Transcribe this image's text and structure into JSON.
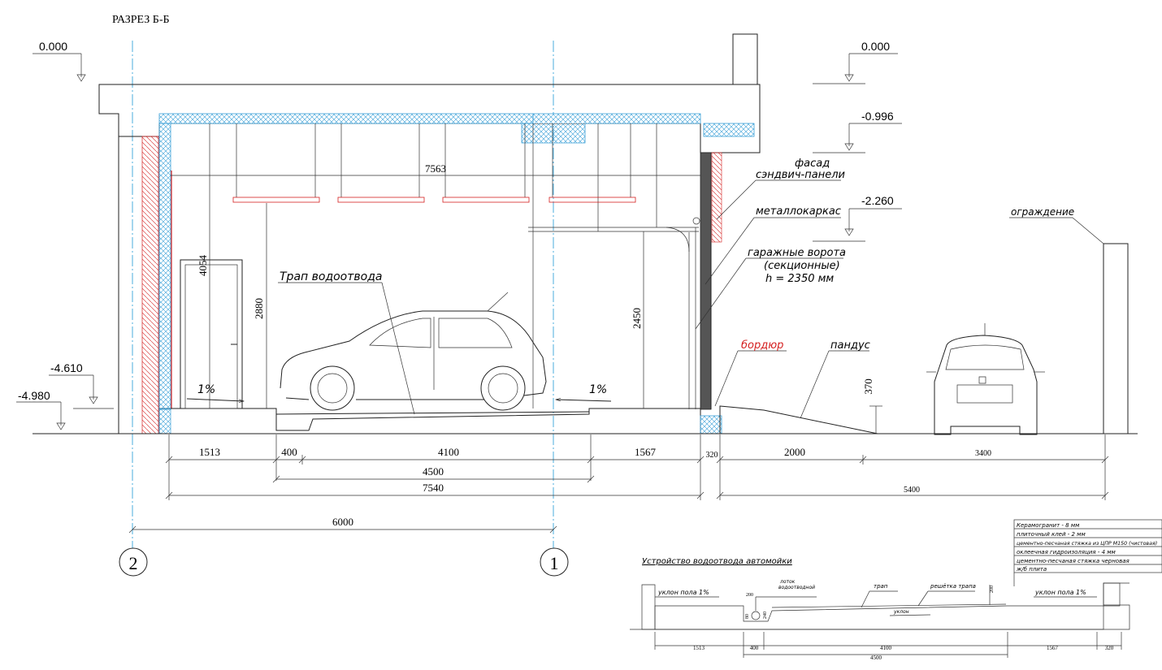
{
  "title": "РАЗРЕЗ Б-Б",
  "levels": {
    "left_top": "0.000",
    "right_top": "0.000",
    "r_996": "-0.996",
    "r_2260": "-2.260",
    "l_4610": "-4.610",
    "l_4980": "-4.980"
  },
  "dims": {
    "span_7563": "7563",
    "h_4054": "4054",
    "h_2880": "2880",
    "h_2450": "2450",
    "h_370": "370",
    "d1513": "1513",
    "d400": "400",
    "d4100": "4100",
    "d1567": "1567",
    "d320": "320",
    "d2000": "2000",
    "d3400": "3400",
    "d4500": "4500",
    "d7540": "7540",
    "d5400": "5400",
    "d6000": "6000"
  },
  "axes": {
    "left": "2",
    "right": "1"
  },
  "labels": {
    "trap": "Трап водоотвода",
    "slope_left": "1%",
    "slope_right": "1%",
    "facade_1": "фасад",
    "facade_2": "сэндвич-панели",
    "frame": "металлокаркас",
    "gate_1": "гаражные ворота",
    "gate_2": "(секционные)",
    "gate_3": "h = 2350 мм",
    "curb": "бордюр",
    "ramp": "пандус",
    "fence": "ограждение"
  },
  "colors": {
    "curb": "#d42020",
    "insulation": "#3aa0d8",
    "axis": "#1e9ad6"
  },
  "layers": [
    "Керамогранит - 8 мм",
    "плиточный клей - 2 мм",
    "цементно-песчаная стяжка из ЦПР М150 (чистовая)",
    "оклеечная гидроизоляция - 4 мм",
    "цементно-песчаная стяжка черновая",
    "ж/б плита"
  ],
  "detail": {
    "title": "Устройство водоотвода автомойки",
    "slope_left": "уклон пола 1%",
    "slope_right": "уклон пола 1%",
    "lotok_1": "лоток",
    "lotok_2": "водоотводной",
    "trap": "трап",
    "grid": "решётка трапа",
    "uklon": "уклон",
    "d200a": "200",
    "d200b": "200",
    "d80": "80",
    "d240": "240",
    "d1513": "1513",
    "d400": "400",
    "d4100": "4100",
    "d1567": "1567",
    "d320": "320",
    "d4500": "4500"
  }
}
